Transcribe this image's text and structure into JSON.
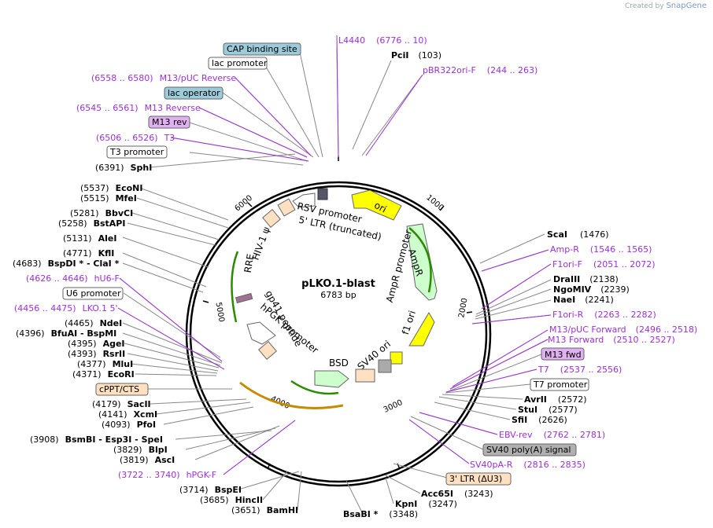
{
  "credit": {
    "prefix": "Created by",
    "brand": "SnapGene"
  },
  "plasmid": {
    "name": "pLKO.1-blast",
    "size": "6783 bp"
  },
  "ruler": [
    "1000",
    "2000",
    "3000",
    "4000",
    "5000",
    "6000"
  ],
  "features": {
    "ori": "ori",
    "ampr": "AmpR",
    "ampr_promoter": "AmpR promoter",
    "f1_ori": "f1 ori",
    "sv40_ori": "SV40 ori",
    "bsd": "BSD",
    "hpgk_promoter": "hPGK promoter",
    "gp41_peptide": "gp41 peptide",
    "rre": "RRE",
    "hiv_psi": "HIV-1 ψ",
    "rsv_promoter": "RSV promoter",
    "ltr5": "5' LTR (truncated)"
  },
  "right_labels": [
    {
      "name": "ScaI",
      "pos": "(1476)"
    },
    {
      "name": "Amp-R",
      "pos": "(1546 .. 1565)"
    },
    {
      "name": "F1ori-F",
      "pos": "(2051 .. 2072)"
    },
    {
      "name": "DraIII",
      "pos": "(2138)"
    },
    {
      "name": "NgoMIV",
      "pos": "(2239)"
    },
    {
      "name": "NaeI",
      "pos": "(2241)"
    },
    {
      "name": "F1ori-R",
      "pos": "(2263 .. 2282)"
    },
    {
      "name": "M13/pUC Forward",
      "pos": "(2496 .. 2518)"
    },
    {
      "name": "M13 Forward",
      "pos": "(2510 .. 2527)"
    },
    {
      "name": "M13 fwd"
    },
    {
      "name": "T7",
      "pos": "(2537 .. 2556)"
    },
    {
      "name": "T7 promoter"
    },
    {
      "name": "AvrII",
      "pos": "(2572)"
    },
    {
      "name": "StuI",
      "pos": "(2577)"
    },
    {
      "name": "SfiI",
      "pos": "(2626)"
    },
    {
      "name": "EBV-rev",
      "pos": "(2762 .. 2781)"
    },
    {
      "name": "SV40 poly(A) signal"
    },
    {
      "name": "SV40pA-R",
      "pos": "(2816 .. 2835)"
    },
    {
      "name": "3' LTR (ΔU3)"
    },
    {
      "name": "Acc65I",
      "pos": "(3243)"
    },
    {
      "name": "KpnI",
      "pos": "(3247)"
    },
    {
      "name": "BsaBI *",
      "pos": "(3348)"
    }
  ],
  "top_labels": [
    {
      "name": "L4440",
      "pos": "(6776 .. 10)"
    },
    {
      "name": "PciI",
      "pos": "(103)"
    },
    {
      "name": "pBR322ori-F",
      "pos": "(244 .. 263)"
    }
  ],
  "left_labels": [
    {
      "name": "CAP binding site"
    },
    {
      "name": "lac promoter"
    },
    {
      "name": "M13/pUC Reverse",
      "pos": "(6558 .. 6580)"
    },
    {
      "name": "lac operator"
    },
    {
      "name": "M13 Reverse",
      "pos": "(6545 .. 6561)"
    },
    {
      "name": "M13 rev"
    },
    {
      "name": "T3",
      "pos": "(6506 .. 6526)"
    },
    {
      "name": "T3 promoter"
    },
    {
      "name": "SphI",
      "pos": "(6391)"
    },
    {
      "name": "EcoNI",
      "pos": "(5537)"
    },
    {
      "name": "MfeI",
      "pos": "(5515)"
    },
    {
      "name": "BbvCI",
      "pos": "(5281)"
    },
    {
      "name": "BstAPI",
      "pos": "(5258)"
    },
    {
      "name": "AleI",
      "pos": "(5131)"
    },
    {
      "name": "KflI",
      "pos": "(4771)"
    },
    {
      "name": "BspDI *  -  ClaI *",
      "pos": "(4683)"
    },
    {
      "name": "hU6-F",
      "pos": "(4626 .. 4646)"
    },
    {
      "name": "U6 promoter"
    },
    {
      "name": "LKO.1 5'",
      "pos": "(4456 .. 4475)"
    },
    {
      "name": "NdeI",
      "pos": "(4465)"
    },
    {
      "name": "BfuAI  -  BspMI",
      "pos": "(4396)"
    },
    {
      "name": "AgeI",
      "pos": "(4395)"
    },
    {
      "name": "RsrII",
      "pos": "(4393)"
    },
    {
      "name": "MluI",
      "pos": "(4377)"
    },
    {
      "name": "EcoRI",
      "pos": "(4371)"
    },
    {
      "name": "cPPT/CTS"
    },
    {
      "name": "SacII",
      "pos": "(4179)"
    },
    {
      "name": "XcmI",
      "pos": "(4141)"
    },
    {
      "name": "PfoI",
      "pos": "(4093)"
    },
    {
      "name": "BsmBI  -  Esp3I  -  SpeI",
      "pos": "(3908)"
    },
    {
      "name": "BlpI",
      "pos": "(3829)"
    },
    {
      "name": "AscI",
      "pos": "(3819)"
    },
    {
      "name": "hPGK-F",
      "pos": "(3722 .. 3740)"
    },
    {
      "name": "BspEI",
      "pos": "(3714)"
    },
    {
      "name": "HincII",
      "pos": "(3685)"
    },
    {
      "name": "BamHI",
      "pos": "(3651)"
    }
  ]
}
